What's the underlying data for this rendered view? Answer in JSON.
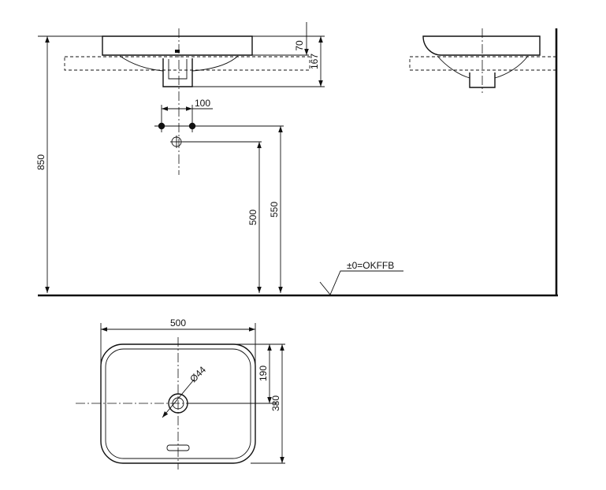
{
  "dimensions": {
    "rim_height": "70",
    "overall_height": "167",
    "tap_spacing": "100",
    "total_height": "850",
    "waste_height": "500",
    "supply_height": "550",
    "floor_reference": "±0=OKFFB",
    "width": "500",
    "depth": "380",
    "drain_offset": "190",
    "drain_diameter": "Ø44"
  }
}
